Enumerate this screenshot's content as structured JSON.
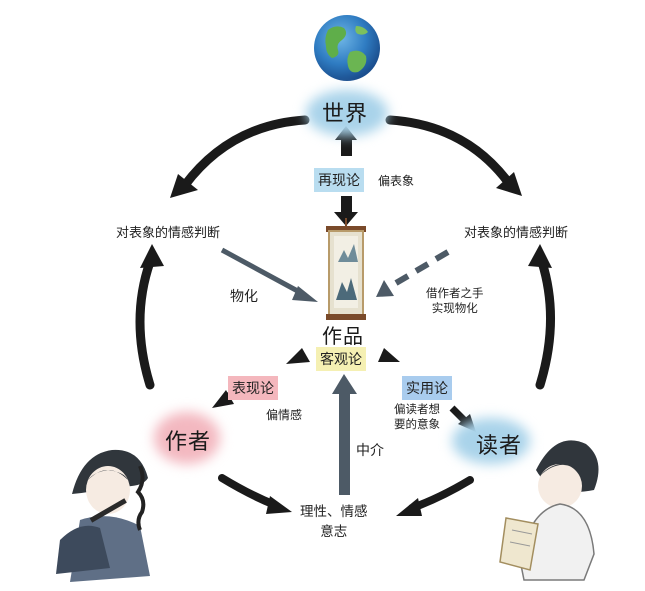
{
  "nodes": {
    "world": "世界",
    "work": "作品",
    "author": "作者",
    "reader": "读者"
  },
  "theories": {
    "mimetic": {
      "name": "再现论",
      "note": "偏表象"
    },
    "objective": {
      "name": "客观论"
    },
    "expressive": {
      "name": "表现论",
      "note": "偏情感"
    },
    "pragmatic": {
      "name": "实用论",
      "note_line1": "偏读者想",
      "note_line2": "要的意象"
    }
  },
  "labels": {
    "left_judgment": "对表象的情感判断",
    "right_judgment": "对表象的情感判断",
    "materialize": "物化",
    "via_reader_line1": "借作者之手",
    "via_reader_line2": "实现物化",
    "medium": "中介",
    "mind_line1": "理性、情感",
    "mind_line2": "意志"
  },
  "colors": {
    "arrow": "#1a1a1a",
    "arrow_grey": "#4d5a66",
    "blue_highlight": "#a9d3ea",
    "pink_highlight": "#f3b8c0",
    "mimetic_tag": "#b9ddf0",
    "objective_tag": "#f5f0b3",
    "expressive_tag": "#f4b7bd",
    "pragmatic_tag": "#a9ccee"
  },
  "icons": [
    "globe-icon",
    "scroll-painting-icon",
    "author-figure",
    "reader-figure"
  ]
}
